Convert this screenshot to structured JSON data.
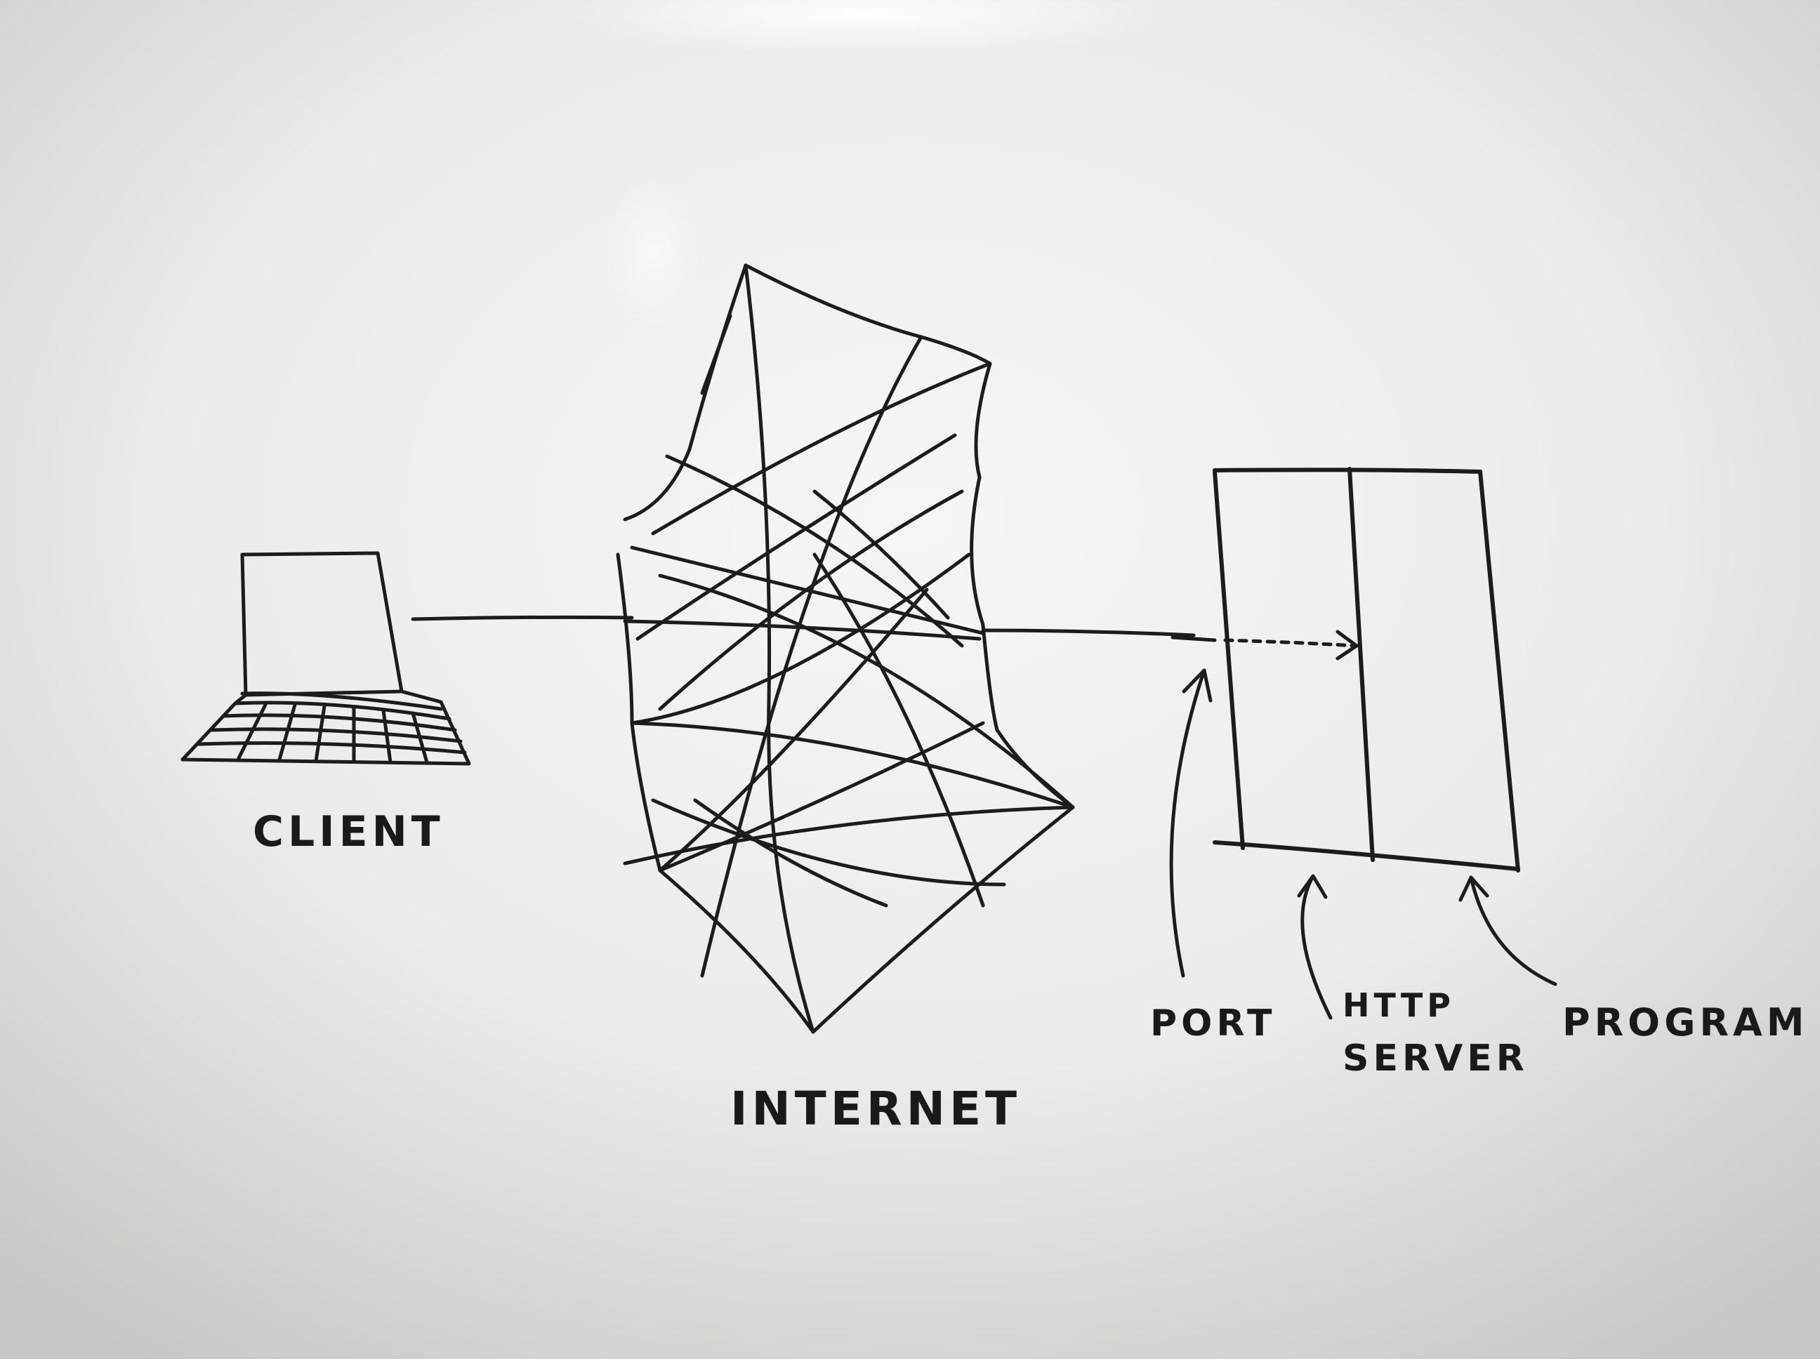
{
  "labels": {
    "client": "CLIENT",
    "internet": "INTERNET",
    "port": "PORT",
    "http_server_line1": "HTTP",
    "http_server_line2": "SERVER",
    "program": "PROGRAM"
  },
  "colors": {
    "ink": "#1c1c1c",
    "board_light": "#f4f4f2",
    "board_shadow": "#c9c9c6"
  }
}
